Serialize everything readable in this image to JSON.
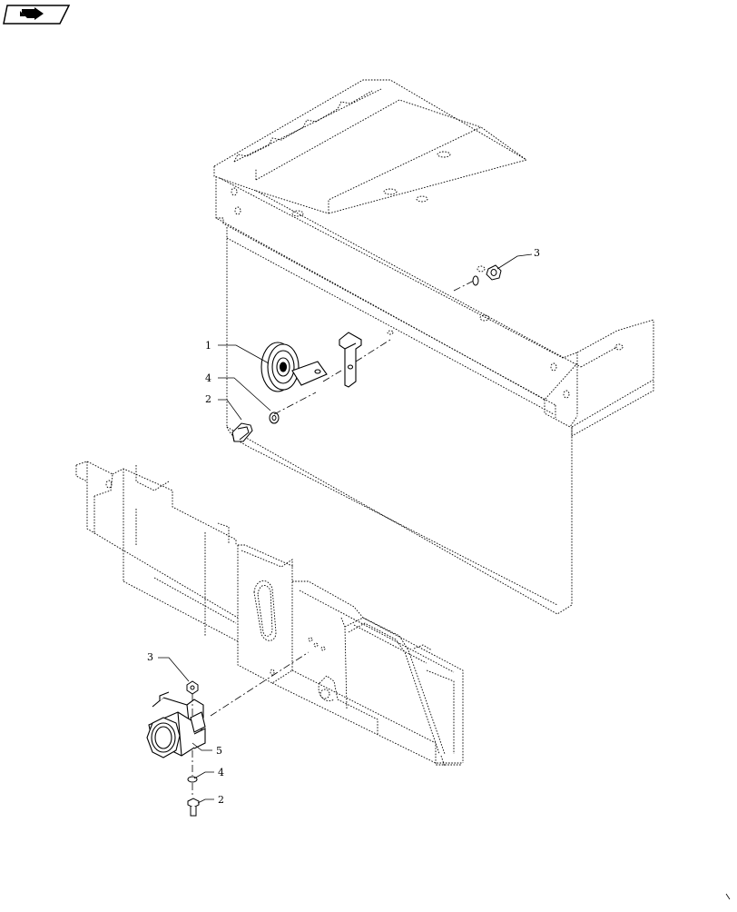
{
  "diagram": {
    "callouts": [
      {
        "id": "c-3-top",
        "label": "3"
      },
      {
        "id": "c-1",
        "label": "1"
      },
      {
        "id": "c-4-top",
        "label": "4"
      },
      {
        "id": "c-2-top",
        "label": "2"
      },
      {
        "id": "c-3-bottom",
        "label": "3"
      },
      {
        "id": "c-5",
        "label": "5"
      },
      {
        "id": "c-4-bottom",
        "label": "4"
      },
      {
        "id": "c-2-bottom",
        "label": "2"
      }
    ]
  },
  "icons": {
    "nav": "next-page-arrow-icon"
  }
}
